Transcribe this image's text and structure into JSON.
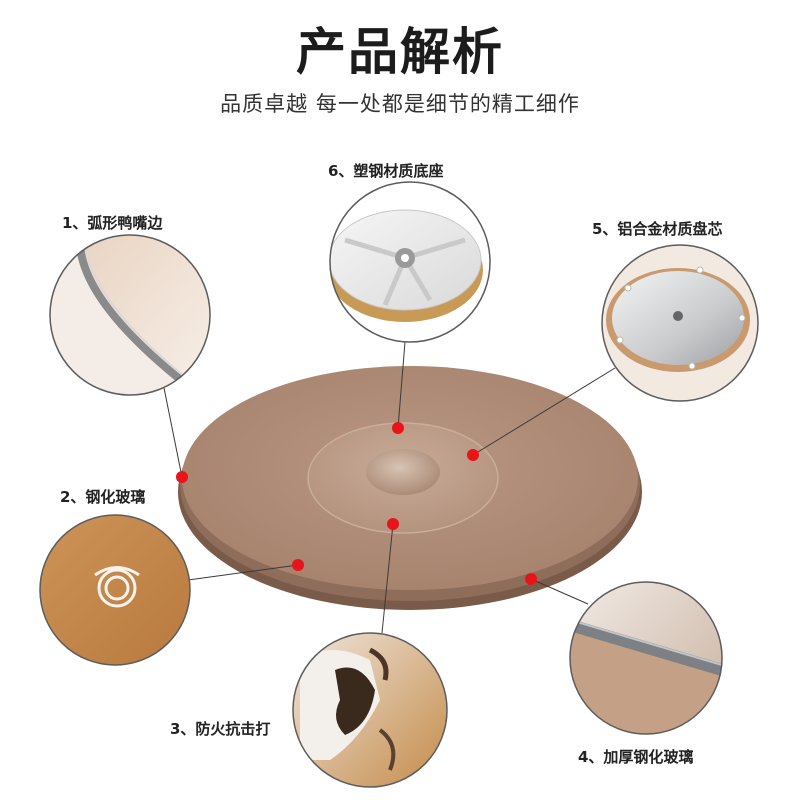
{
  "header": {
    "title": "产品解析",
    "subtitle": "品质卓越 每一处都是细节的精工细作"
  },
  "features": [
    {
      "label": "1、弧形鸭嘴边"
    },
    {
      "label": "2、钢化玻璃"
    },
    {
      "label": "3、防火抗击打"
    },
    {
      "label": "4、加厚钢化玻璃"
    },
    {
      "label": "5、铝合金材质盘芯"
    },
    {
      "label": "6、塑钢材质底座"
    }
  ],
  "colors": {
    "glass_top": "#b39077",
    "glass_edge": "#7a5a48",
    "marker": "#e8141a",
    "detail_border": "#5c5c5c"
  }
}
